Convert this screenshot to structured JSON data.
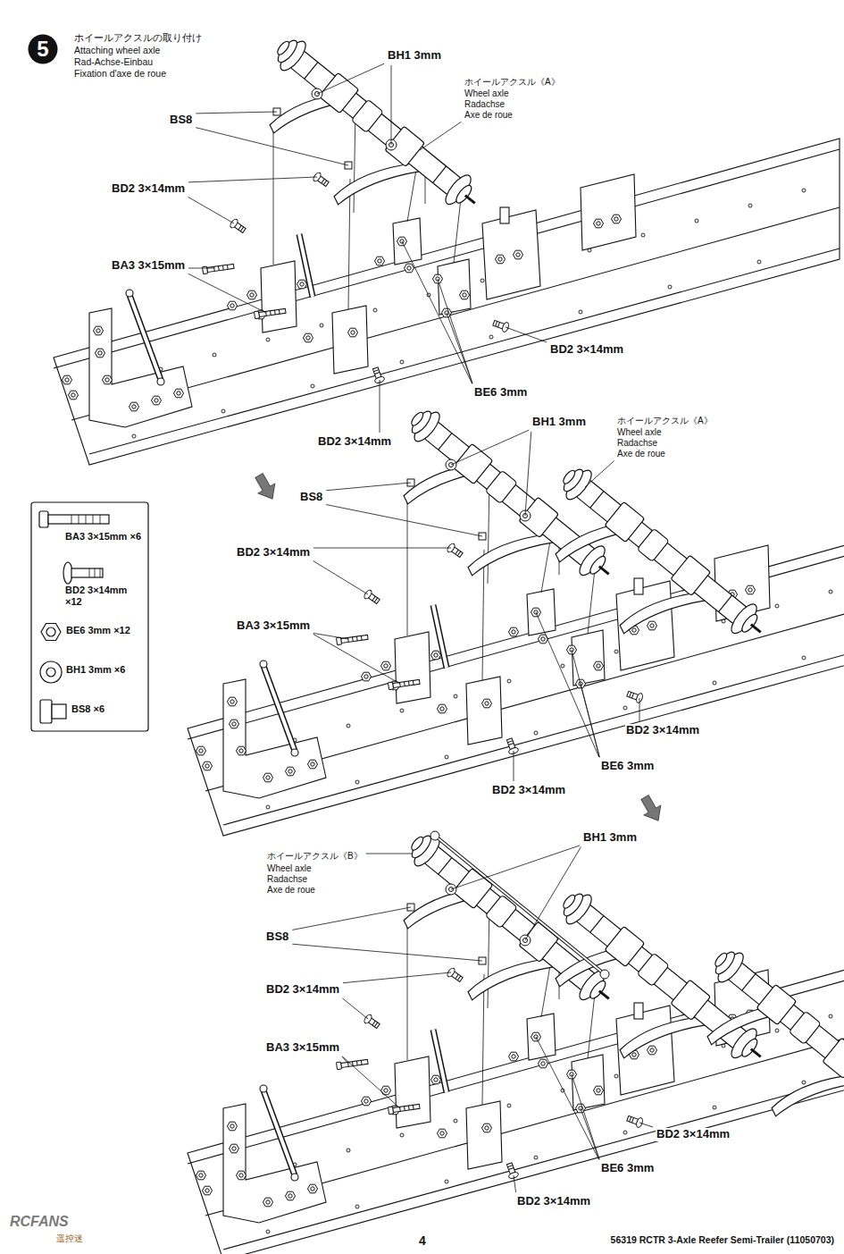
{
  "diagram": {
    "title": "ホイールアクスルの取り付け",
    "nodes": [
      {
        "text": [
          "5"
        ]
      }
    ],
    "labels": [
      "BH1 3mm",
      "ホイールアクスル《A》",
      "Wheel axle",
      "Radachse",
      "Axe de roue",
      "BS8",
      "BD2 3×14mm",
      "BA3 3×15mm",
      "BD2 3×14mm",
      "BE6 3mm",
      "BD2 3×14mm",
      "BH1 3mm",
      "ホイールアクスル《A》",
      "Wheel axle",
      "Radachse",
      "Axe de roue",
      "BS8",
      "BD2 3×14mm",
      "BA3 3×15mm",
      "BD2 3×14mm",
      "BE6 3mm",
      "BD2 3×14mm",
      "ホイールアクスル《B》",
      "Wheel axle",
      "Radachse",
      "Axe de roue",
      "BH1 3mm",
      "BS8",
      "BD2 3×14mm",
      "BA3 3×15mm",
      "BD2 3×14mm",
      "BE6 3mm",
      "BD2 3×14mm",
      "Attaching wheel axle",
      "Rad-Achse-Einbau",
      "Fixation d'axe de roue",
      "4",
      "56319 RCTR 3-Axle Reefer Semi-Trailer (11050703)",
      "RCFANS",
      "遥控迷"
    ],
    "legend": [
      {
        "text": "BA3 3×15mm ×6"
      },
      {
        "text": "BD2 3×14mm ×12"
      },
      {
        "text": "BE6 3mm ×12"
      },
      {
        "text": "BH1 3mm ×6"
      },
      {
        "text": "BS8 ×6"
      }
    ]
  }
}
